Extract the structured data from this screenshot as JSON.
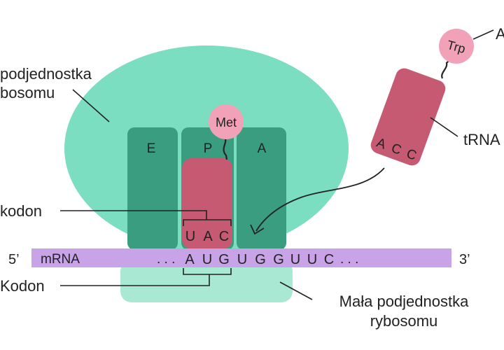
{
  "labels": {
    "large_subunit_line1": "podjednostka",
    "large_subunit_line2": "bosomu",
    "anticodon": "kodon",
    "codon": "Kodon",
    "five_prime": "5’",
    "three_prime": "3’",
    "small_subunit_line1": "Mała podjednostka",
    "small_subunit_line2": "rybosomu",
    "trna": "tRNA",
    "amino_acid": "A"
  },
  "sites": {
    "e": "E",
    "p": "P",
    "a": "A"
  },
  "p_trna": {
    "amino_acid": "Met",
    "anticodon": [
      "U",
      "A",
      "C"
    ]
  },
  "incoming_trna": {
    "amino_acid": "Trp",
    "anticodon": [
      "A",
      "C",
      "C"
    ]
  },
  "mrna": {
    "label": "mRNA",
    "leading_dots": ". . .",
    "codon_bases": [
      "A",
      "U",
      "G"
    ],
    "next_bases": [
      "U",
      "G",
      "G",
      "U",
      "U",
      "C"
    ],
    "trailing_dots": ". . ."
  },
  "colors": {
    "large_subunit": "#7bdec0",
    "site_column": "#3b9d80",
    "small_subunit": "#a9e8d3",
    "trna": "#c65a72",
    "amino_acid": "#f2a2b8",
    "mrna": "#c9a3e8"
  }
}
